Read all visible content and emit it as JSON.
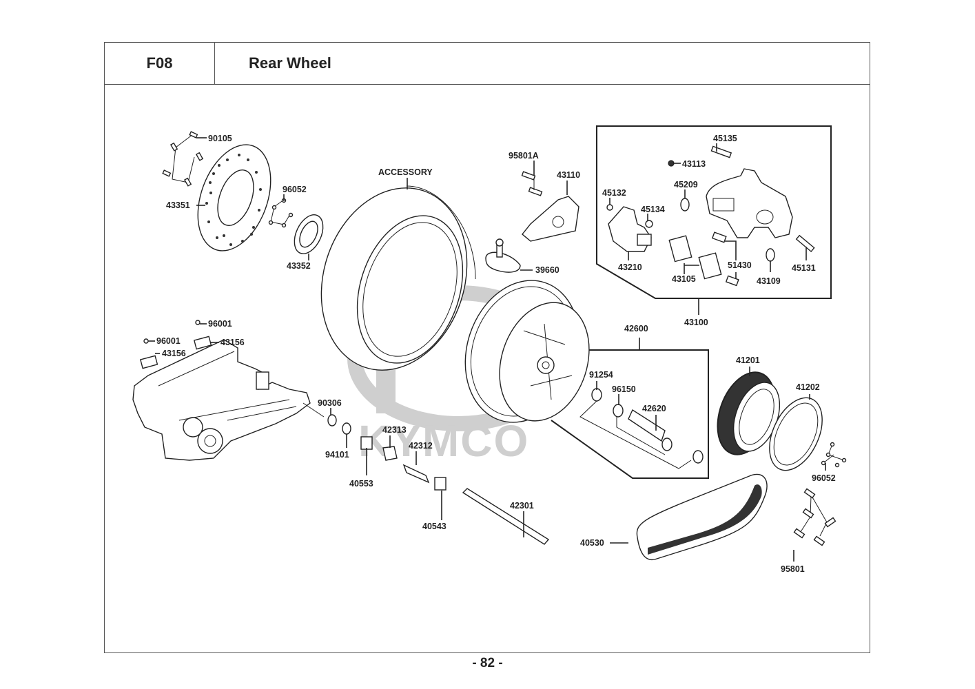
{
  "header": {
    "section_code": "F08",
    "title": "Rear Wheel"
  },
  "watermark": "KYMCO",
  "page_number": "- 82 -",
  "groups": [
    {
      "id": "43100",
      "label": "43100",
      "members": [
        "45135",
        "43113",
        "45209",
        "45132",
        "45134",
        "43210",
        "43105",
        "51430",
        "43109",
        "45131"
      ]
    },
    {
      "id": "42600",
      "label": "42600",
      "members": [
        "91254",
        "96150",
        "42620"
      ]
    }
  ],
  "callouts": [
    {
      "id": "90105",
      "label": "90105",
      "part": "disc bolts"
    },
    {
      "id": "43351",
      "label": "43351",
      "part": "brake disc"
    },
    {
      "id": "96052a",
      "label": "96052",
      "part": "bolts"
    },
    {
      "id": "43352",
      "label": "43352",
      "part": "drive pulley plate"
    },
    {
      "id": "accessory",
      "label": "ACCESSORY",
      "part": "tire"
    },
    {
      "id": "95801A",
      "label": "95801A",
      "part": "bolts"
    },
    {
      "id": "43110",
      "label": "43110",
      "part": "caliper bracket"
    },
    {
      "id": "39660",
      "label": "39660",
      "part": "TPMS sensor valve"
    },
    {
      "id": "45135",
      "label": "45135",
      "part": "pin"
    },
    {
      "id": "43113",
      "label": "43113",
      "part": "spring"
    },
    {
      "id": "45209",
      "label": "45209",
      "part": "seal"
    },
    {
      "id": "45132",
      "label": "45132",
      "part": "nut"
    },
    {
      "id": "45134",
      "label": "45134",
      "part": "boot"
    },
    {
      "id": "43210",
      "label": "43210",
      "part": "caliper support"
    },
    {
      "id": "43105",
      "label": "43105",
      "part": "brake pads"
    },
    {
      "id": "51430",
      "label": "51430",
      "part": "pad springs"
    },
    {
      "id": "43109",
      "label": "43109",
      "part": "washer"
    },
    {
      "id": "45131",
      "label": "45131",
      "part": "bolt"
    },
    {
      "id": "43100",
      "label": "43100",
      "part": "rear caliper assy"
    },
    {
      "id": "96001a",
      "label": "96001",
      "part": "bolt"
    },
    {
      "id": "96001b",
      "label": "96001",
      "part": "bolt"
    },
    {
      "id": "43156a",
      "label": "43156",
      "part": "clamp"
    },
    {
      "id": "43156b",
      "label": "43156",
      "part": "clamp"
    },
    {
      "id": "90306",
      "label": "90306",
      "part": "nut"
    },
    {
      "id": "94101",
      "label": "94101",
      "part": "washer"
    },
    {
      "id": "42313",
      "label": "42313",
      "part": "collar"
    },
    {
      "id": "42312",
      "label": "42312",
      "part": "collar"
    },
    {
      "id": "40553",
      "label": "40553",
      "part": "adjuster"
    },
    {
      "id": "40543",
      "label": "40543",
      "part": "adjuster"
    },
    {
      "id": "42301",
      "label": "42301",
      "part": "axle"
    },
    {
      "id": "42600",
      "label": "42600",
      "part": "rear wheel"
    },
    {
      "id": "91254",
      "label": "91254",
      "part": "oil seal"
    },
    {
      "id": "96150",
      "label": "96150",
      "part": "bearing"
    },
    {
      "id": "42620",
      "label": "42620",
      "part": "collar"
    },
    {
      "id": "41201",
      "label": "41201",
      "part": "driven pulley"
    },
    {
      "id": "41202",
      "label": "41202",
      "part": "plate"
    },
    {
      "id": "96052b",
      "label": "96052",
      "part": "bolts"
    },
    {
      "id": "40530",
      "label": "40530",
      "part": "drive belt"
    },
    {
      "id": "95801",
      "label": "95801",
      "part": "bolts"
    }
  ]
}
